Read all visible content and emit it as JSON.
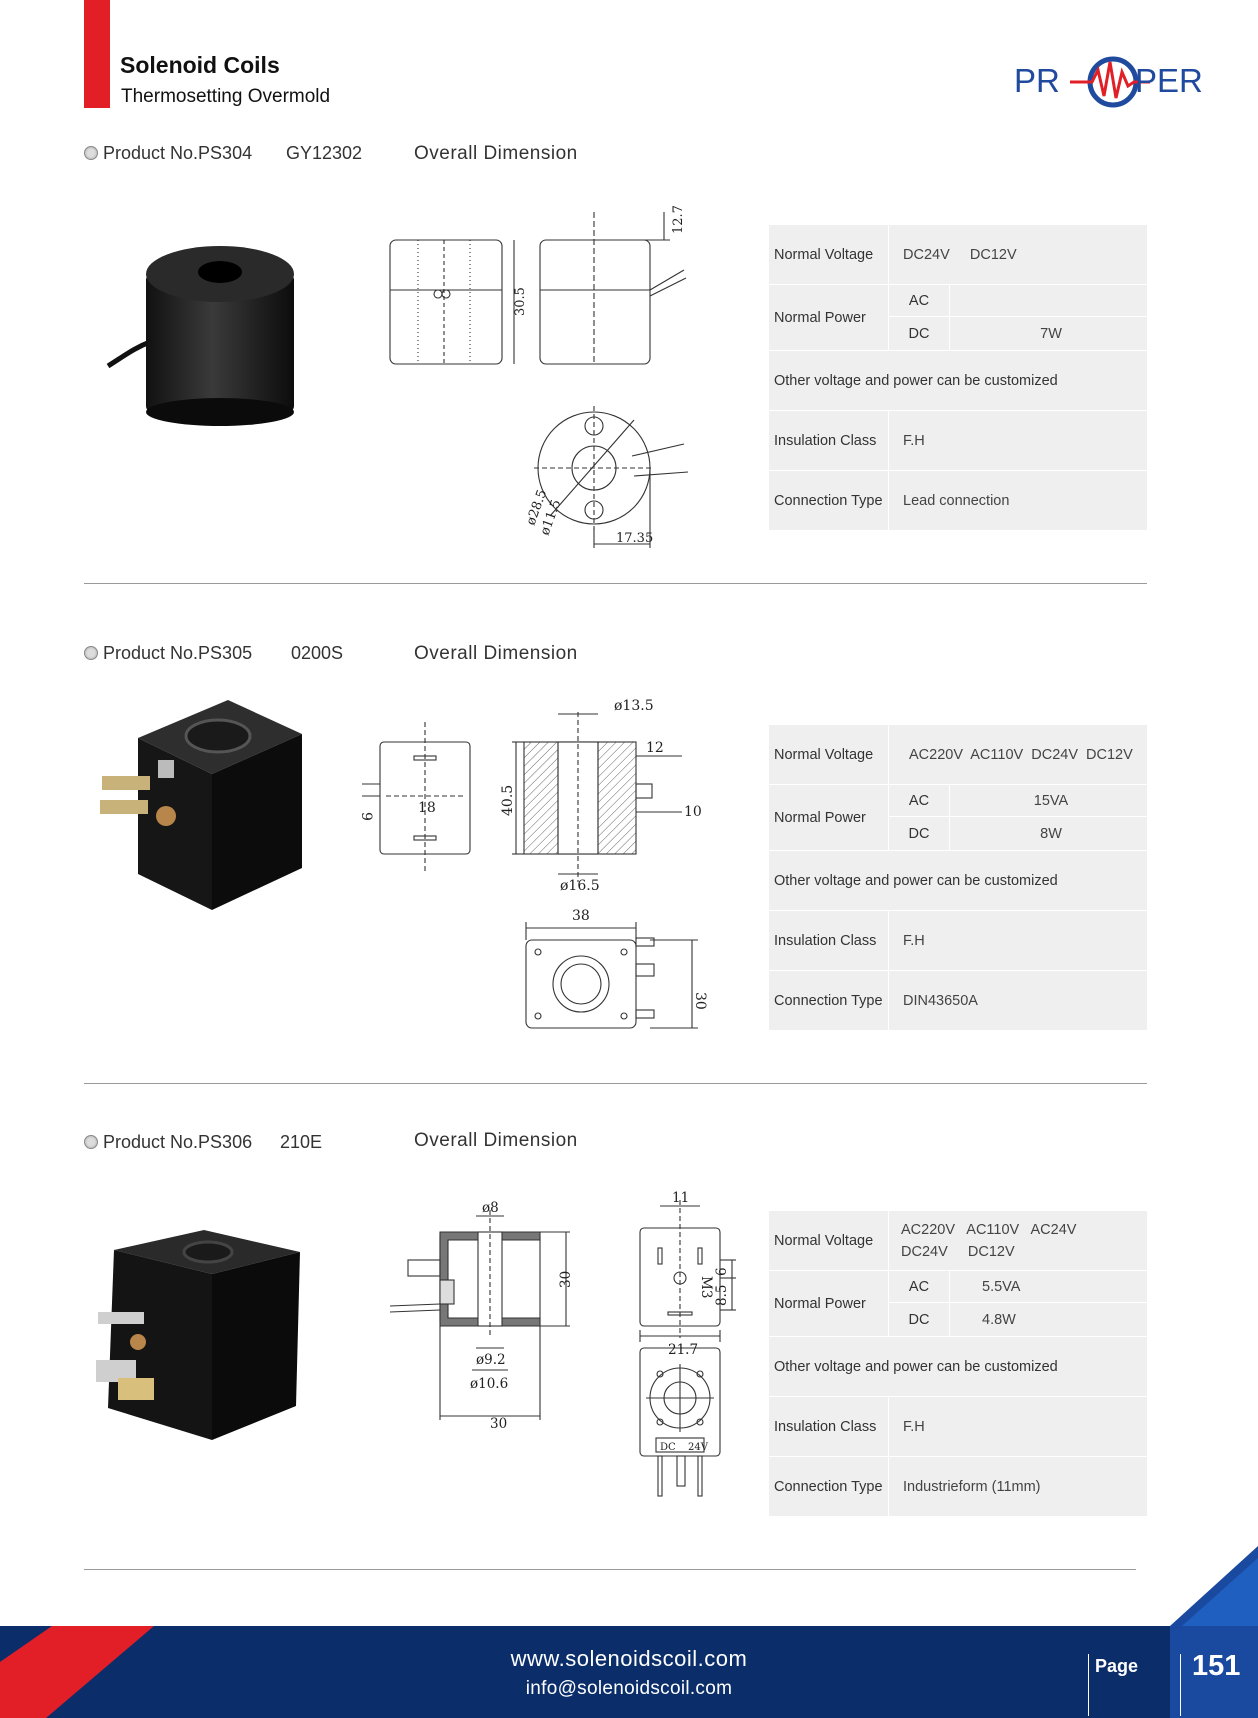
{
  "header": {
    "title": "Solenoid Coils",
    "subtitle": "Thermosetting Overmold",
    "logo_left": "PR",
    "logo_right": "PER",
    "accent_red": "#e21f26",
    "brand_blue": "#1f4a9e"
  },
  "products": [
    {
      "product_no": "Product No.PS304",
      "model": "GY12302",
      "dimension_label": "Overall Dimension",
      "drawing_labels": [
        "12.7",
        "30.5",
        "ø28.5",
        "ø11.5",
        "17.35"
      ],
      "specs": {
        "voltage_label": "Normal Voltage",
        "voltage_line1": "DC24V     DC12V",
        "voltage_line2": "",
        "power_label": "Normal Power",
        "ac_label": "AC",
        "ac_value": "",
        "dc_label": "DC",
        "dc_value": "7W",
        "note": "Other voltage and power can be customized",
        "insulation_label": "Insulation Class",
        "insulation_value": "F.H",
        "connection_label": "Connection Type",
        "connection_value": "Lead connection"
      }
    },
    {
      "product_no": "Product No.PS305",
      "model": "0200S",
      "dimension_label": "Overall Dimension",
      "drawing_labels": [
        "ø13.5",
        "12",
        "9",
        "18",
        "40.5",
        "10",
        "ø16.5",
        "38",
        "30"
      ],
      "specs": {
        "voltage_label": "Normal Voltage",
        "voltage_line1": "AC220V  AC110V  DC24V  DC12V",
        "voltage_line2": "",
        "power_label": "Normal Power",
        "ac_label": "AC",
        "ac_value": "15VA",
        "dc_label": "DC",
        "dc_value": "8W",
        "note": "Other voltage and power can be customized",
        "insulation_label": "Insulation Class",
        "insulation_value": "F.H",
        "connection_label": "Connection Type",
        "connection_value": "DIN43650A"
      }
    },
    {
      "product_no": "Product No.PS306",
      "model": "210E",
      "dimension_label": "Overall Dimension",
      "drawing_labels": [
        "ø8",
        "30",
        "ø9.2",
        "ø10.6",
        "30",
        "11",
        "6",
        "M3",
        "8.5",
        "21.7",
        "DC",
        "24V"
      ],
      "specs": {
        "voltage_label": "Normal Voltage",
        "voltage_line1": "AC220V   AC110V   AC24V",
        "voltage_line2": "DC24V     DC12V",
        "power_label": "Normal Power",
        "ac_label": "AC",
        "ac_value": "5.5VA",
        "dc_label": "DC",
        "dc_value": "4.8W",
        "note": "Other voltage and power can be customized",
        "insulation_label": "Insulation Class",
        "insulation_value": "F.H",
        "connection_label": "Connection Type",
        "connection_value": "Industrieform (11mm)"
      }
    }
  ],
  "footer": {
    "website": "www.solenoidscoil.com",
    "email": "info@solenoidscoil.com",
    "page_label": "Page",
    "page_number": "151",
    "footer_blue": "#0b2e6b"
  }
}
